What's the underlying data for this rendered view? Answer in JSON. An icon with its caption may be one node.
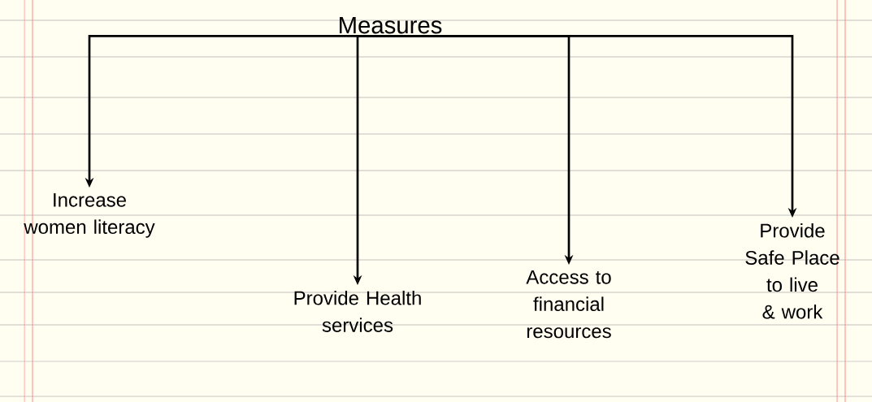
{
  "diagram": {
    "nodes": [
      {
        "text": [
          "Measures"
        ]
      },
      {
        "text": [
          "Increase women literacy"
        ]
      },
      {
        "text": [
          "Provide Health services"
        ]
      },
      {
        "text": [
          "Access to financial resources"
        ]
      },
      {
        "text": [
          "Provide Safe Place to live & work"
        ]
      }
    ],
    "edges": [
      {
        "from": 0,
        "to": 1,
        "arrow": "to"
      },
      {
        "from": 0,
        "to": 2,
        "arrow": "to"
      },
      {
        "from": 0,
        "to": 3,
        "arrow": "to"
      },
      {
        "from": 0,
        "to": 4,
        "arrow": "to"
      }
    ]
  }
}
